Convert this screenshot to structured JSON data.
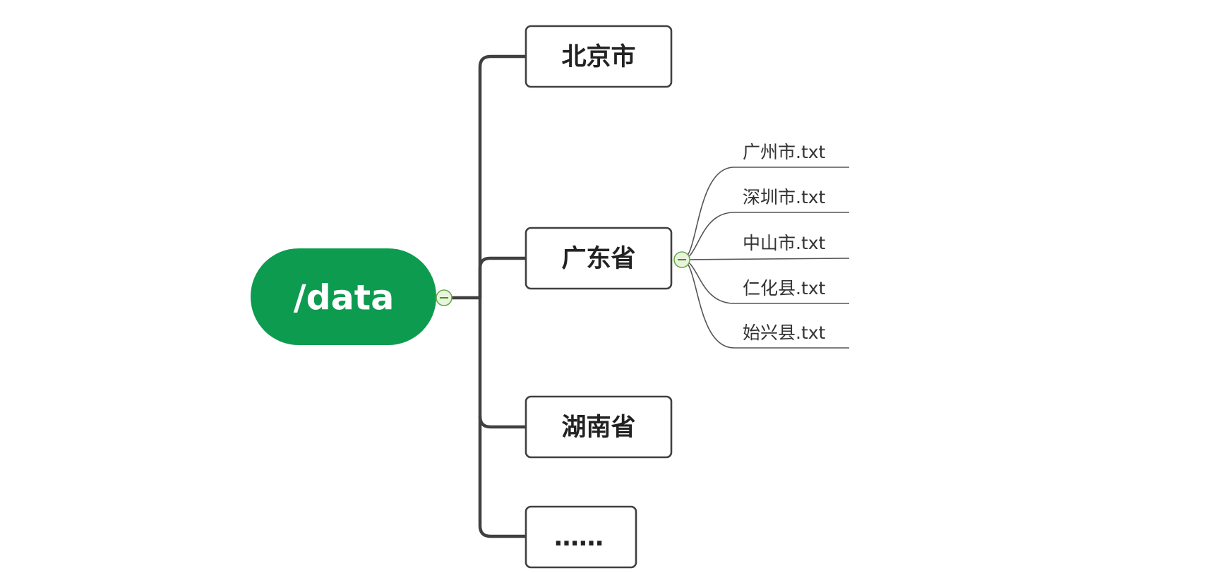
{
  "mindmap": {
    "root": {
      "label": "/data",
      "color": "#0d9b50"
    },
    "branches": [
      {
        "label": "北京市"
      },
      {
        "label": "广东省",
        "children": [
          "广州市.txt",
          "深圳市.txt",
          "中山市.txt",
          "仁化县.txt",
          "始兴县.txt"
        ]
      },
      {
        "label": "湖南省"
      },
      {
        "label": "……"
      }
    ],
    "line_color": "#404040",
    "toggle_color": "#6aa84f",
    "toggle_icon": "collapse-minus-icon"
  }
}
